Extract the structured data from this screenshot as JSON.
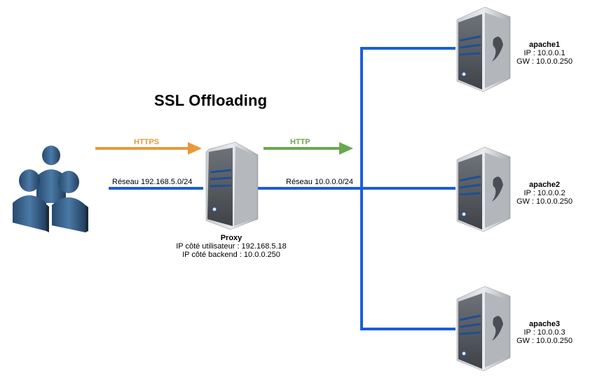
{
  "title": "SSL Offloading",
  "links": {
    "https_label": "HTTPS",
    "http_label": "HTTP",
    "https_color": "#e9993a",
    "http_color": "#6aa84f",
    "network_color": "#1a5fd6"
  },
  "networks": {
    "user_network": "Réseau 192.168.5.0/24",
    "backend_network": "Réseau 10.0.0.0/24"
  },
  "proxy": {
    "name": "Proxy",
    "ip_user_side": "IP côté utilisateur : 192.168.5.18",
    "ip_backend_side": "IP côté backend : 10.0.0.250"
  },
  "servers": [
    {
      "name": "apache1",
      "ip": "IP : 10.0.0.1",
      "gw": "GW : 10.0.0.250"
    },
    {
      "name": "apache2",
      "ip": "IP : 10.0.0.2",
      "gw": "GW : 10.0.0.250"
    },
    {
      "name": "apache3",
      "ip": "IP : 10.0.0.3",
      "gw": "GW : 10.0.0.250"
    }
  ],
  "icons": [
    "users-icon",
    "proxy-server-icon",
    "apache-server-icon"
  ]
}
